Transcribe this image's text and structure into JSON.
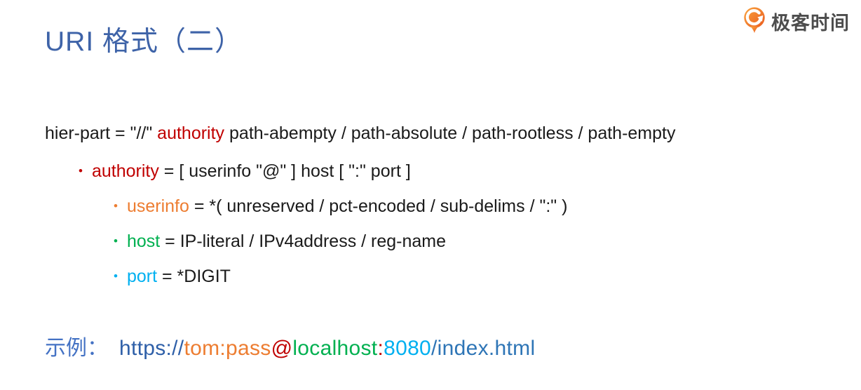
{
  "palette": {
    "title_blue": "#3E63A8",
    "text_black": "#1a1a1a",
    "red": "#C00000",
    "orange": "#ED7D31",
    "green": "#00B050",
    "light_blue": "#00B0F0",
    "scheme_blue": "#2E5FA8",
    "path_blue": "#2E75B6",
    "label_blue": "#4472C4",
    "logo_orange": "#EE6A1E",
    "logo_orange_light": "#F89C3C",
    "logo_text_gray": "#4D4D4D"
  },
  "header": {
    "title": "URI 格式（二）"
  },
  "logo": {
    "icon": "geektime-q-icon",
    "text": "极客时间"
  },
  "grammar": {
    "hier_part": {
      "pre": "hier-part = \"//\" ",
      "keyword": "authority",
      "color": "red",
      "post": " path-abempty / path-absolute / path-rootless / path-empty"
    },
    "bullet_glyph": "•",
    "rules": [
      {
        "level": 1,
        "keyword": "authority",
        "color": "red",
        "definition": " = [ userinfo \"@\" ] host [ \":\" port ]"
      },
      {
        "level": 2,
        "keyword": "userinfo",
        "color": "orange",
        "definition": " = *( unreserved / pct-encoded / sub-delims / \":\" )"
      },
      {
        "level": 2,
        "keyword": "host",
        "color": "green",
        "definition": " = IP-literal / IPv4address / reg-name"
      },
      {
        "level": 2,
        "keyword": "port",
        "color": "light_blue",
        "definition": " = *DIGIT"
      }
    ]
  },
  "example": {
    "label": "示例：",
    "label_color": "label_blue",
    "url_segments": [
      {
        "text": "https://",
        "color": "scheme_blue"
      },
      {
        "text": "tom:pass",
        "color": "orange"
      },
      {
        "text": "@",
        "color": "red"
      },
      {
        "text": "localhost",
        "color": "green"
      },
      {
        "text": ":",
        "color": "red"
      },
      {
        "text": "8080",
        "color": "light_blue"
      },
      {
        "text": "/index.html",
        "color": "path_blue"
      }
    ]
  }
}
